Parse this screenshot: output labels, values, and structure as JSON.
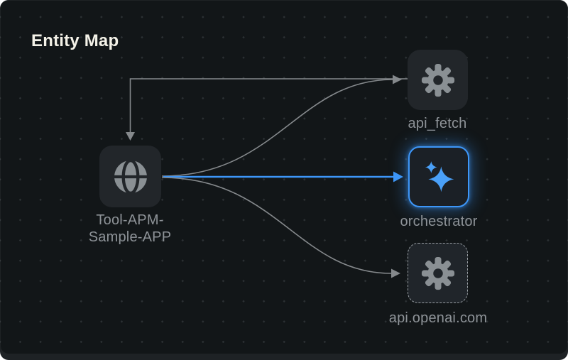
{
  "header": {
    "title": "Entity Map"
  },
  "nodes": {
    "app": {
      "label": "Tool-APM-Sample-APP",
      "label_line1": "Tool-APM-",
      "label_line2": "Sample-APP",
      "icon": "globe-icon",
      "selected": false
    },
    "api_fetch": {
      "label": "api_fetch",
      "icon": "gear-icon",
      "selected": false
    },
    "orchestrator": {
      "label": "orchestrator",
      "icon": "sparkles-icon",
      "selected": true
    },
    "api_openai": {
      "label": "api.openai.com",
      "icon": "gear-icon",
      "border": "dashed",
      "selected": false
    }
  },
  "edges": [
    {
      "from": "Tool-APM-Sample-APP",
      "to": "api_fetch",
      "style": "curved",
      "color": "#85898c",
      "highlighted": false
    },
    {
      "from": "api_fetch",
      "to": "Tool-APM-Sample-APP",
      "style": "right-angle",
      "color": "#85898c",
      "highlighted": false
    },
    {
      "from": "Tool-APM-Sample-APP",
      "to": "orchestrator",
      "style": "straight",
      "color": "#3d96f8",
      "highlighted": true
    },
    {
      "from": "Tool-APM-Sample-APP",
      "to": "api.openai.com",
      "style": "curved",
      "color": "#85898c",
      "highlighted": false
    }
  ],
  "colors": {
    "accent_blue": "#3d96f8",
    "panel_background": "#121618",
    "node_fill": "#22262a",
    "edge_gray": "#85898c",
    "label_gray": "#8e9398",
    "title_color": "#f4f2e8"
  }
}
